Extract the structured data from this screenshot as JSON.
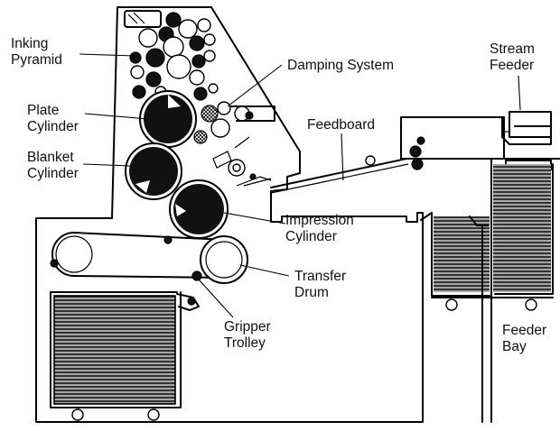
{
  "labels": {
    "inking_pyramid": [
      "Inking",
      "Pyramid"
    ],
    "damping_system": "Damping System",
    "plate_cylinder": [
      "Plate",
      "Cylinder"
    ],
    "blanket_cylinder": [
      "Blanket",
      "Cylinder"
    ],
    "feedboard": "Feedboard",
    "stream_feeder": [
      "Stream",
      "Feeder"
    ],
    "impression_cylinder": [
      "Impression",
      "Cylinder"
    ],
    "transfer_drum": [
      "Transfer",
      "Drum"
    ],
    "gripper_trolley": [
      "Gripper",
      "Trolley"
    ],
    "feeder_bay": [
      "Feeder",
      "Bay"
    ]
  },
  "icons": {
    "ink_roller": "ink-roller-icon",
    "cylinder": "cylinder-icon",
    "paper_stack": "paper-stack-icon",
    "castor_wheel": "castor-wheel-icon"
  }
}
